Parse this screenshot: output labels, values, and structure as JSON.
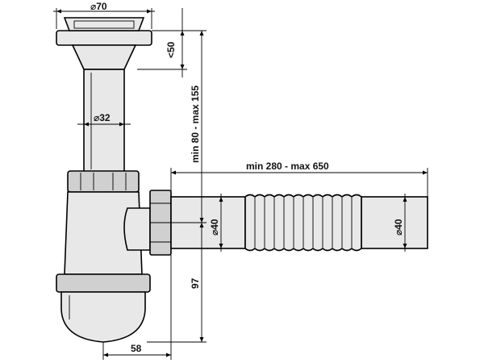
{
  "drawing": {
    "dims": {
      "strainer_diameter": "⌀70",
      "strainer_height": "<50",
      "tailpiece_diameter": "⌀32",
      "total_height": "min 80 - max 155",
      "hose_length": "min 280 - max 650",
      "outlet_diameter_left": "⌀40",
      "outlet_diameter_right": "⌀40",
      "trap_height": "97",
      "trap_offset": "58"
    }
  }
}
